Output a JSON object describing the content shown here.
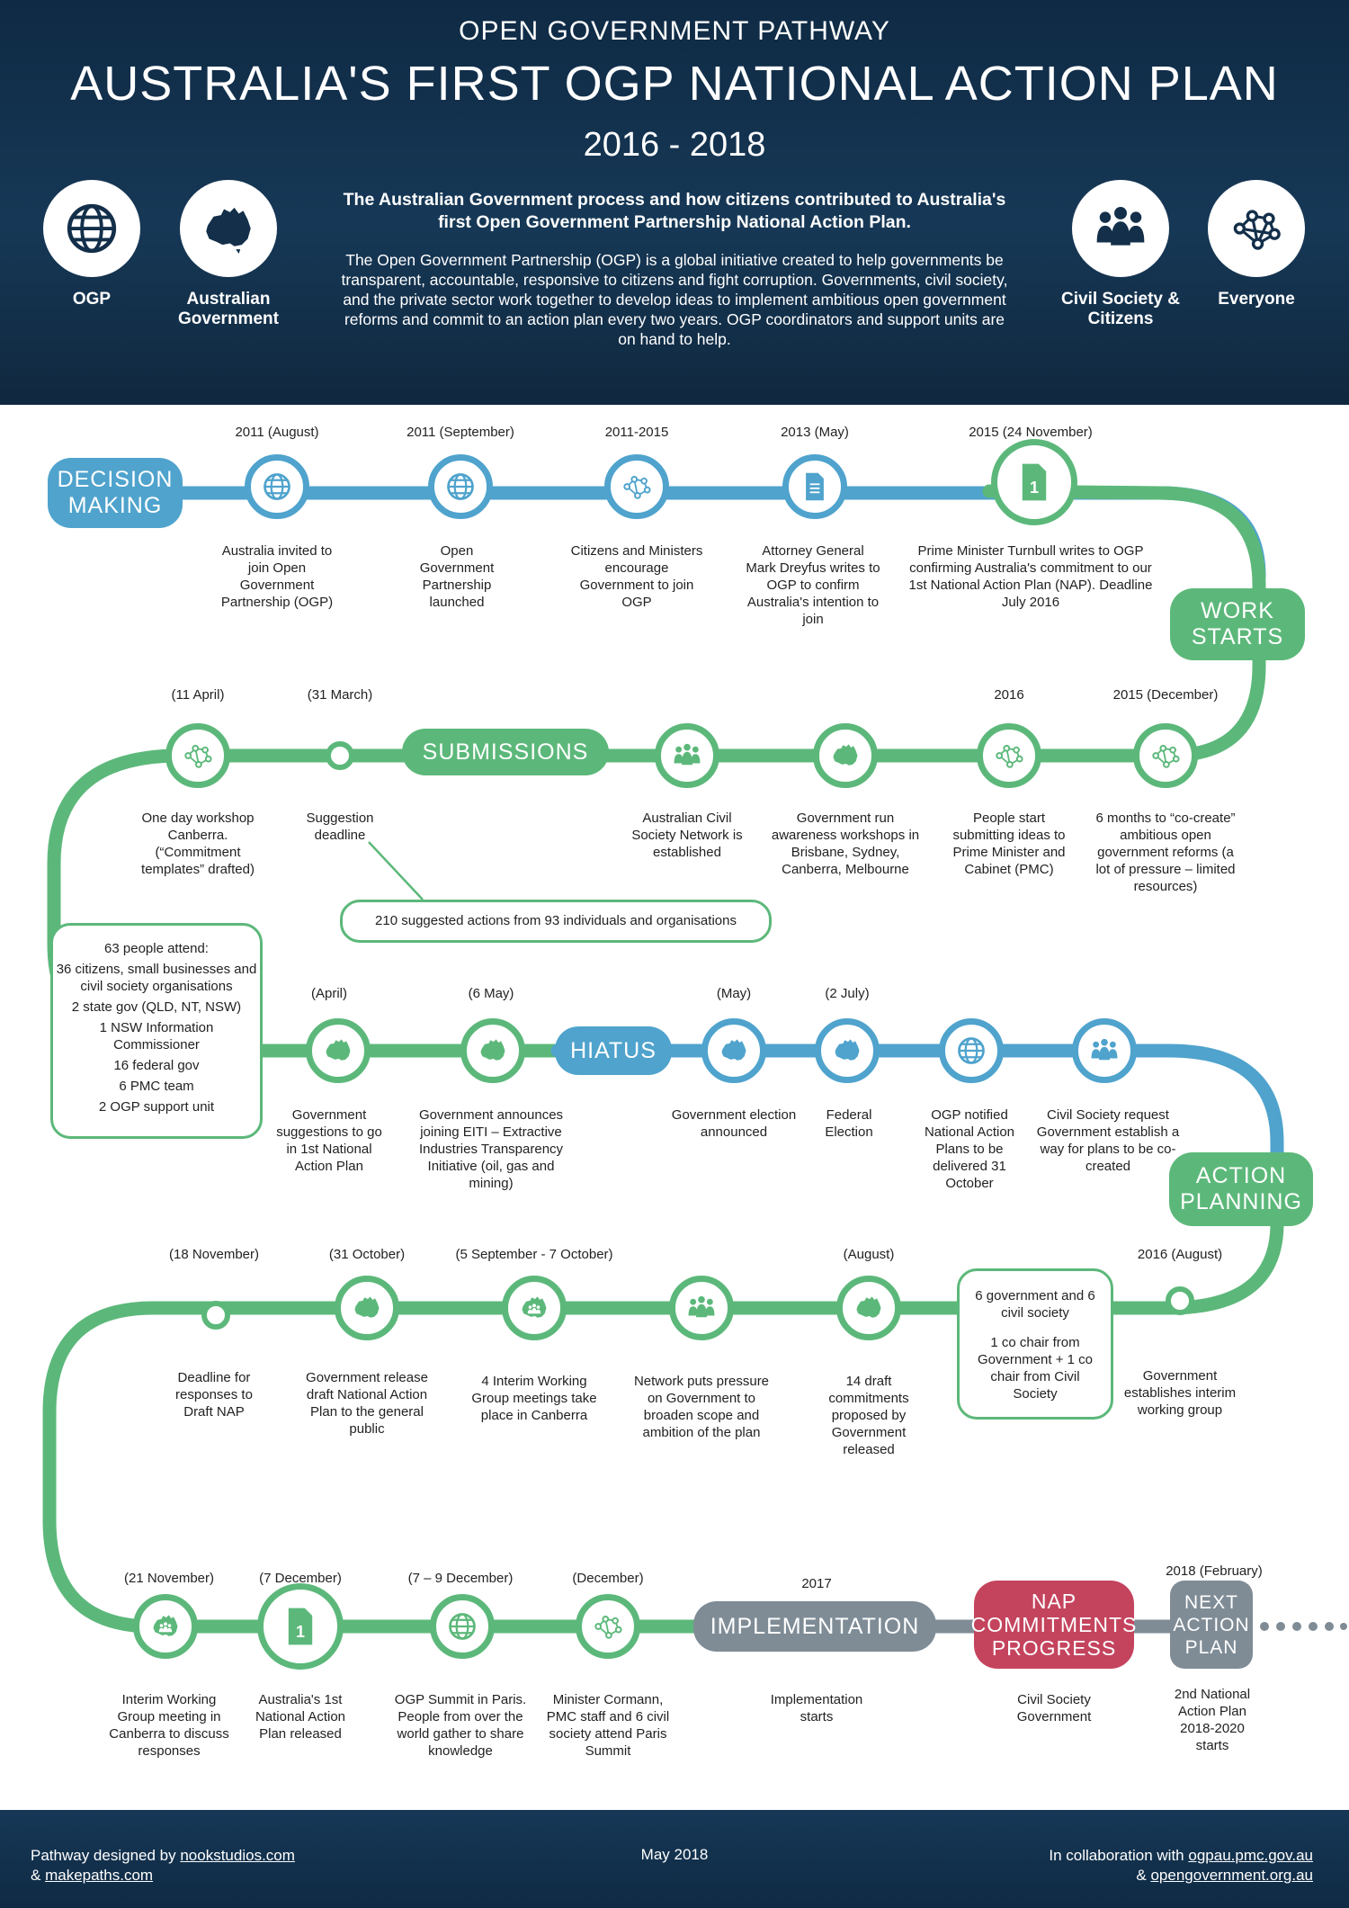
{
  "header": {
    "supertitle": "OPEN GOVERNMENT PATHWAY",
    "title": "AUSTRALIA'S FIRST OGP NATIONAL ACTION PLAN",
    "years": "2016 - 2018",
    "lead": "The Australian Government process and how citizens contributed to Australia's first Open Government Partnership National Action Plan.",
    "body": "The Open Government Partnership (OGP) is a global initiative created to help governments be transparent, accountable, responsive to citizens and fight corruption. Governments, civil society, and the private sector work together to develop ideas to implement ambitious open government reforms and commit to an action plan every two years. OGP coordinators and support units are on hand to help.",
    "legend": [
      {
        "label": "OGP",
        "icon": "globe-icon"
      },
      {
        "label": "Australian Government",
        "icon": "australia-map-icon"
      },
      {
        "label": "Civil Society & Citizens",
        "icon": "people-icon"
      },
      {
        "label": "Everyone",
        "icon": "network-icon"
      }
    ]
  },
  "stages": {
    "decision": "DECISION MAKING",
    "work": "WORK STARTS",
    "submissions": "SUBMISSIONS",
    "hiatus": "HIATUS",
    "action": "ACTION PLANNING",
    "implementation": "IMPLEMENTATION",
    "nap": "NAP COMMITMENTS PROGRESS",
    "next": "NEXT ACTION PLAN"
  },
  "events": {
    "e1": {
      "date": "2011 (August)",
      "text": "Australia invited to join Open Government Partnership (OGP)",
      "icon": "globe-icon"
    },
    "e2": {
      "date": "2011 (September)",
      "text": "Open Government Partnership launched",
      "icon": "globe-icon"
    },
    "e3": {
      "date": "2011-2015",
      "text": "Citizens and Ministers encourage Government to join OGP",
      "icon": "network-icon"
    },
    "e4": {
      "date": "2013 (May)",
      "text": "Attorney General Mark Dreyfus writes to OGP to confirm Australia's intention to join",
      "icon": "document-icon"
    },
    "e5": {
      "date": "2015  (24 November)",
      "text": "Prime Minister Turnbull writes to OGP confirming Australia's commitment to our 1st National Action Plan (NAP). Deadline July 2016",
      "icon": "document-1-icon"
    },
    "e6": {
      "date": "2015 (December)",
      "text": "6 months to “co-create” ambitious open government reforms (a lot of pressure – limited resources)",
      "icon": "network-icon"
    },
    "e7": {
      "date": "2016",
      "text": "People start submitting ideas to Prime Minister and Cabinet (PMC)",
      "icon": "network-icon"
    },
    "e8": {
      "date": "",
      "text": "Government run awareness workshops in Brisbane, Sydney, Canberra, Melbourne",
      "icon": "australia-map-icon"
    },
    "e9": {
      "date": "",
      "text": "Australian Civil Society Network is established",
      "icon": "people-icon"
    },
    "e10": {
      "date": "(31 March)",
      "text": "Suggestion deadline",
      "icon": "dot"
    },
    "e11": {
      "date": "(11 April)",
      "text": "One day workshop Canberra. (“Commitment templates” drafted)",
      "icon": "network-icon"
    },
    "e12": {
      "date": "(April)",
      "text": "Government suggestions to go in 1st National Action Plan",
      "icon": "australia-map-icon"
    },
    "e13": {
      "date": "(6 May)",
      "text": "Government announces joining EITI – Extractive Industries Transparency Initiative (oil, gas and mining)",
      "icon": "australia-map-icon"
    },
    "e14": {
      "date": "(May)",
      "text": "Government election announced",
      "icon": "australia-map-icon"
    },
    "e15": {
      "date": "(2 July)",
      "text": "Federal Election",
      "icon": "australia-map-icon"
    },
    "e16": {
      "date": "",
      "text": "OGP notified National Action Plans to be delivered 31 October",
      "icon": "globe-icon"
    },
    "e17": {
      "date": "",
      "text": "Civil Society request Government establish a way for plans to be co-created",
      "icon": "people-icon"
    },
    "e18": {
      "date": "2016 (August)",
      "text": "Government establishes interim working group",
      "icon": "dot"
    },
    "e19": {
      "date": "(August)",
      "text": "14 draft commitments proposed by Government released",
      "icon": "australia-map-icon"
    },
    "e20": {
      "date": "",
      "text": "Network puts pressure on Government to broaden scope and ambition of the plan",
      "icon": "people-icon"
    },
    "e21": {
      "date": "(5 September - 7 October)",
      "text": "4 Interim Working Group meetings take place in Canberra",
      "icon": "australia-people-icon"
    },
    "e22": {
      "date": "(31 October)",
      "text": "Government release draft National Action Plan to the general public",
      "icon": "australia-map-icon"
    },
    "e23": {
      "date": "(18 November)",
      "text": "Deadline for responses to Draft NAP",
      "icon": "dot"
    },
    "e24": {
      "date": "(21 November)",
      "text": "Interim Working Group meeting in Canberra to discuss responses",
      "icon": "australia-people-icon"
    },
    "e25": {
      "date": "(7 December)",
      "text": "Australia's 1st National Action Plan released",
      "icon": "document-1-icon"
    },
    "e26": {
      "date": "(7 – 9 December)",
      "text": "OGP Summit in Paris. People from over the world gather to share knowledge",
      "icon": "globe-icon"
    },
    "e27": {
      "date": "(December)",
      "text": "Minister Cormann, PMC staff and 6 civil society attend Paris Summit",
      "icon": "network-icon"
    },
    "e28": {
      "date": "2017",
      "text": "Implementation starts"
    },
    "e29": {
      "date": "",
      "text": "Civil Society Government"
    },
    "e30": {
      "date": "2018 (February)",
      "text": "2nd National Action Plan 2018-2020 starts"
    }
  },
  "callouts": {
    "suggestions": "210 suggested actions from 93 individuals and organisations",
    "workshop_box": [
      "63 people attend:",
      "36 citizens, small businesses and civil society organisations",
      "2 state gov (QLD, NT, NSW)",
      "1 NSW Information Commissioner",
      "16 federal gov",
      "6 PMC team",
      "2 OGP support unit"
    ],
    "group_box": [
      "6 government and 6 civil society",
      "1 co chair from Government + 1 co chair from Civil Society"
    ]
  },
  "footer": {
    "left_prefix": "Pathway designed by",
    "left_link1": "nookstudios.com",
    "left_amp": "&",
    "left_link2": "makepaths.com",
    "mid": "May 2018",
    "right_prefix": "In collaboration with",
    "right_link1": "ogpau.pmc.gov.au",
    "right_amp": "&",
    "right_link2": "opengovernment.org.au"
  },
  "colors": {
    "navy": "#132f4a",
    "green": "#5cb87a",
    "blue": "#4fa3cd",
    "grey": "#7f8c96",
    "red": "#c4445e"
  }
}
